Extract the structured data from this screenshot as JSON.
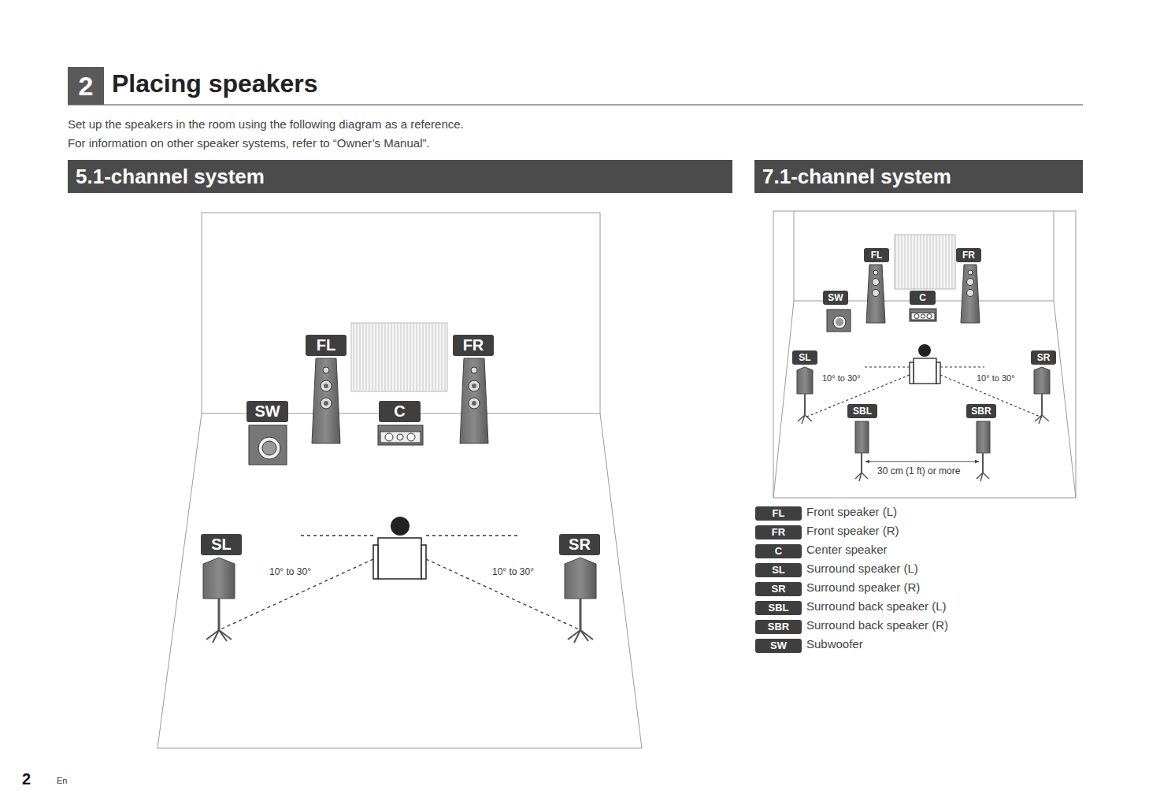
{
  "diagram": {
    "title": "Placing speakers",
    "nodes": [
      {
        "text": [
          "2"
        ]
      },
      {
        "text": [
          "5.1-channel system"
        ]
      },
      {
        "text": [
          "7.1-channel system"
        ]
      },
      {
        "text": [
          "FL"
        ]
      },
      {
        "text": [
          "FR"
        ]
      },
      {
        "text": [
          "SW"
        ]
      },
      {
        "text": [
          "C"
        ]
      },
      {
        "text": [
          "SL"
        ]
      },
      {
        "text": [
          "SR"
        ]
      },
      {
        "text": [
          "FL"
        ]
      },
      {
        "text": [
          "FR"
        ]
      },
      {
        "text": [
          "SW"
        ]
      },
      {
        "text": [
          "C"
        ]
      },
      {
        "text": [
          "SL"
        ]
      },
      {
        "text": [
          "SR"
        ]
      },
      {
        "text": [
          "SBL"
        ]
      },
      {
        "text": [
          "SBR"
        ]
      }
    ],
    "labels": [
      "Set up the speakers in the room using the following diagram as a reference.",
      "For information on other speaker systems, refer to “Owner’s Manual”.",
      "10° to 30°",
      "10° to 30°",
      "10° to 30°",
      "10° to 30°",
      "30 cm (1 ft) or more",
      "FL",
      "FR",
      "C",
      "SL",
      "SR",
      "SBL",
      "SBR",
      "SW",
      "2",
      "En"
    ],
    "legend": [
      {
        "text": "Front speaker (L)"
      },
      {
        "text": "Front speaker (R)"
      },
      {
        "text": "Center speaker"
      },
      {
        "text": "Surround speaker (L)"
      },
      {
        "text": "Surround speaker (R)"
      },
      {
        "text": "Surround back speaker (L)"
      },
      {
        "text": "Surround back speaker (R)"
      },
      {
        "text": "Subwoofer"
      }
    ]
  }
}
